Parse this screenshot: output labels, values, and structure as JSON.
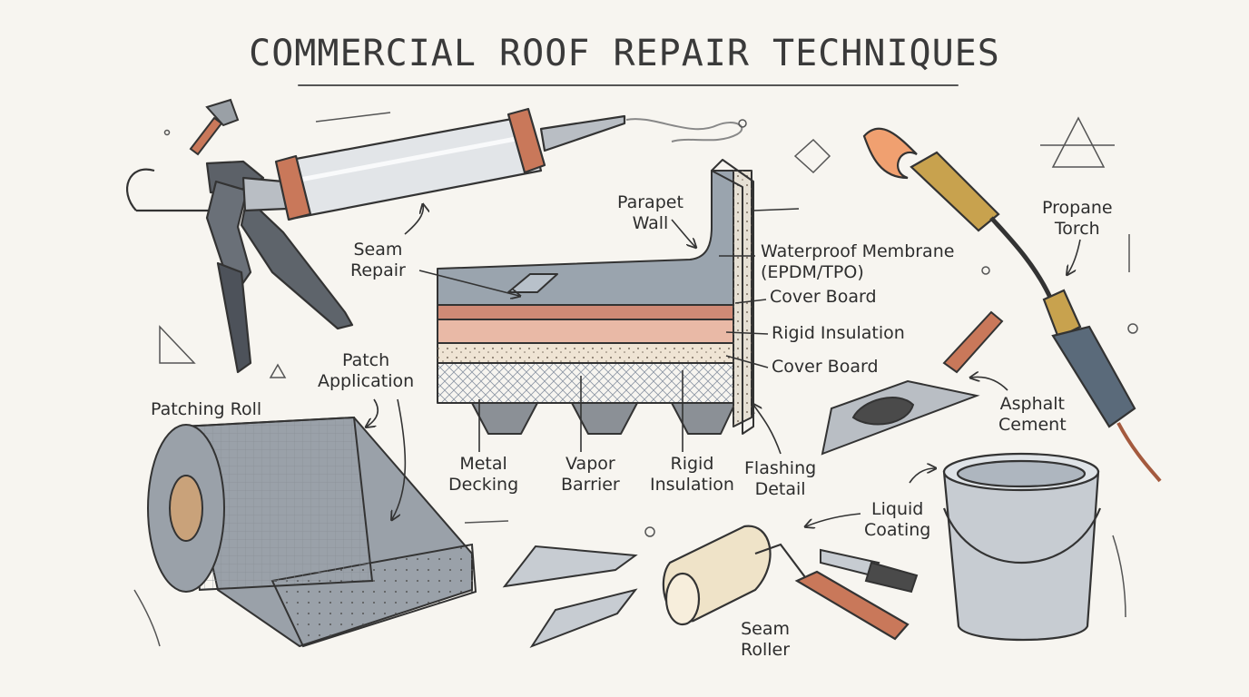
{
  "title": "COMMERCIAL ROOF REPAIR TECHNIQUES",
  "diagram": {
    "layers": [
      {
        "name": "waterproof-membrane",
        "color": "#9aa4ae"
      },
      {
        "name": "cover-board-top",
        "color": "#d08a76"
      },
      {
        "name": "rigid-insulation",
        "color": "#e9b9a6"
      },
      {
        "name": "cover-board-bottom",
        "color": "#efe4d4"
      },
      {
        "name": "vapor-barrier",
        "color": "#c4ccd6"
      },
      {
        "name": "metal-decking",
        "color": "#8b9096"
      }
    ]
  },
  "labels": {
    "parapet_wall": [
      "Parapet",
      "Wall"
    ],
    "waterproof_membrane": [
      "Waterproof Membrane",
      "(EPDM/TPO)"
    ],
    "cover_board_top": "Cover Board",
    "rigid_insulation_right": "Rigid Insulation",
    "cover_board_bottom": "Cover Board",
    "seam_repair": [
      "Seam",
      "Repair"
    ],
    "metal_decking": [
      "Metal",
      "Decking"
    ],
    "vapor_barrier": [
      "Vapor",
      "Barrier"
    ],
    "rigid_insulation_bottom": [
      "Rigid",
      "Insulation"
    ],
    "flashing_detail": [
      "Flashing",
      "Detail"
    ],
    "patching_roll": "Patching Roll",
    "patch_application": [
      "Patch",
      "Application"
    ],
    "propane_torch": [
      "Propane",
      "Torch"
    ],
    "asphalt_cement": [
      "Asphalt",
      "Cement"
    ],
    "liquid_coating": [
      "Liquid",
      "Coating"
    ],
    "seam_roller": [
      "Seam",
      "Roller"
    ]
  },
  "colors": {
    "copper": "#c9785a",
    "steel": "#b9bec4",
    "ink": "#3a3a3a",
    "brass": "#c8a24e",
    "flame": "#f0a070"
  }
}
